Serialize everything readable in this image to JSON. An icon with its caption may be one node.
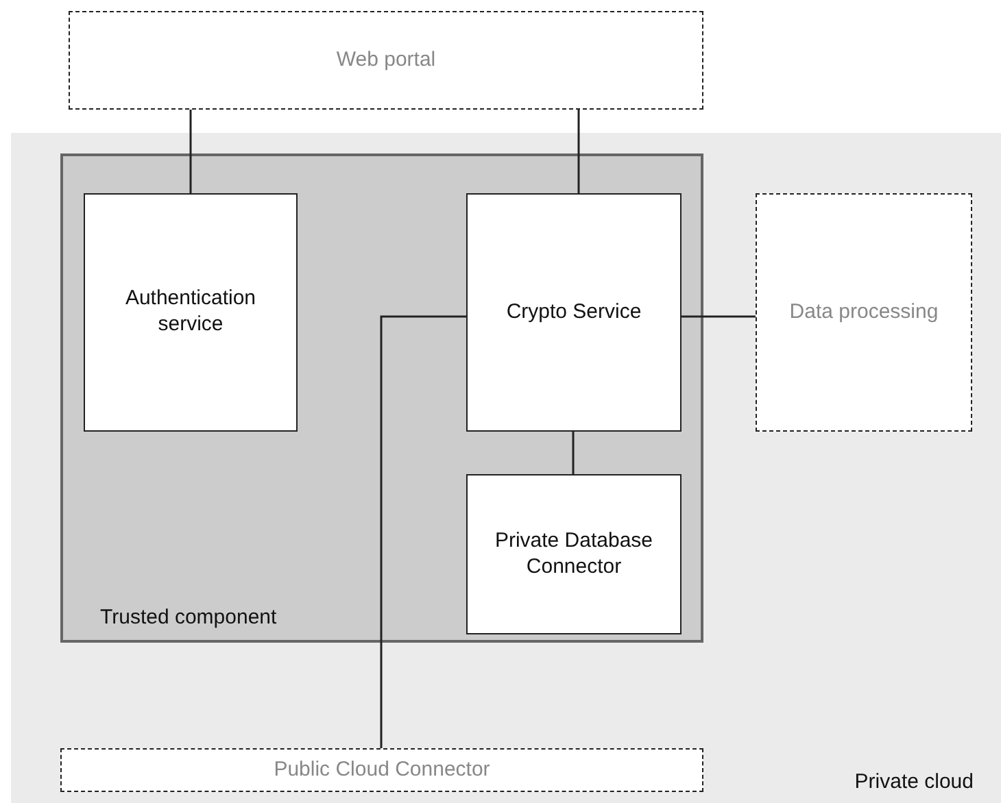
{
  "diagram": {
    "nodes": [
      {
        "text": [
          "Web portal"
        ]
      },
      {
        "text": [
          "Private cloud"
        ]
      },
      {
        "text": [
          "Trusted component"
        ],
        "in": 1
      },
      {
        "text": [
          "Authentication service"
        ],
        "in": 2
      },
      {
        "text": [
          "Crypto Service"
        ],
        "in": 2
      },
      {
        "text": [
          "Private Database Connector"
        ],
        "in": 2
      },
      {
        "text": [
          "Data processing"
        ],
        "in": 1
      },
      {
        "text": [
          "Public Cloud Connector"
        ],
        "in": 1
      }
    ],
    "edges": [
      {
        "from": 0,
        "to": 3,
        "arrow": "none"
      },
      {
        "from": 0,
        "to": 4,
        "arrow": "none"
      },
      {
        "from": 4,
        "to": 6,
        "arrow": "none"
      },
      {
        "from": 4,
        "to": 5,
        "arrow": "none"
      },
      {
        "from": 4,
        "to": 7,
        "arrow": "none"
      }
    ]
  }
}
